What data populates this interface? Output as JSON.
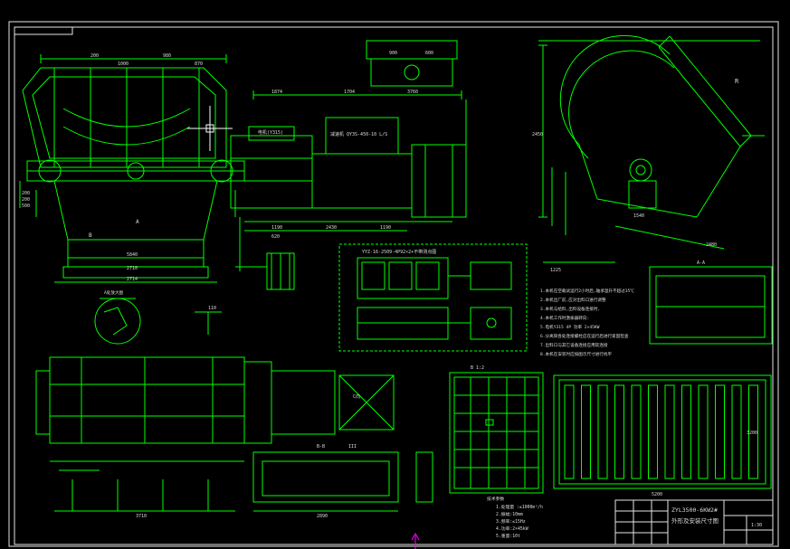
{
  "colors": {
    "background": "#000000",
    "line": "#00ff00",
    "text": "#dcdcdc",
    "cursor": "#ffffff",
    "ucs": "#ff00ff",
    "frame": "#e6e6e6"
  },
  "cad": {
    "crosshair_cursor": "crosshair-cursor",
    "ucs_icon": "ucs-arrow-icon"
  },
  "front_view": {
    "dims_top": [
      "200",
      "980",
      "1000",
      "870"
    ],
    "dims_left": [
      "200",
      "200",
      "500"
    ],
    "dims_bottom": [
      "5840",
      "2710",
      "2714"
    ],
    "label_a": "A",
    "label_b": "B"
  },
  "middle_view": {
    "dims_top": [
      "1874",
      "1704",
      "3760",
      "900",
      "600"
    ],
    "dims_bottom": [
      "1190",
      "2430",
      "1190",
      "620"
    ],
    "note_motor": "电机(Y315)",
    "note_reducer": "减速机 QY3S-450-10 L/S"
  },
  "side_view": {
    "dims": [
      "2450",
      "1540",
      "2480",
      "1225"
    ],
    "label_r": "R"
  },
  "schematic": {
    "title": "YYZ-16-2509-4P92×2+不带测点图"
  },
  "tech_notes": {
    "items": [
      "1.本机在空载试运行2小时后,轴承温升不超过35℃",
      "2.本机出厂前,应对出料口进行调整",
      "3.本机与给料,出料设备连接时,",
      "4.本机工作时激振器转向:",
      "5.电机Y315 4P 功率 2×45KW",
      "6.分离筒各处连接螺栓应在运行后进行紧固检查",
      "7.出料口与其它设备连接应用软连接",
      "8.本机在安装时应按图示尺寸进行找平"
    ]
  },
  "tech_params": {
    "title": "技术参数",
    "items": [
      "1.处理量 :≤1000m³/h",
      "2.振幅:10mm",
      "3.频率:≤15Hz",
      "4.功率:2×45kW",
      "5.重量:10t"
    ]
  },
  "detail_views": {
    "view_a": "A-A",
    "view_b": "B-B",
    "view_c": "C向",
    "section_label": "III",
    "grid_label": "B 1:2",
    "bottom_dims": [
      "5200",
      "3200",
      "2890",
      "3710"
    ]
  },
  "title_block": {
    "drawing_title": "ZYL3500-6KW2#",
    "drawing_subtitle": "外形及安装尺寸图",
    "scale": "1:30"
  },
  "small_section": {
    "label": "A处放大图",
    "dim": "110"
  }
}
